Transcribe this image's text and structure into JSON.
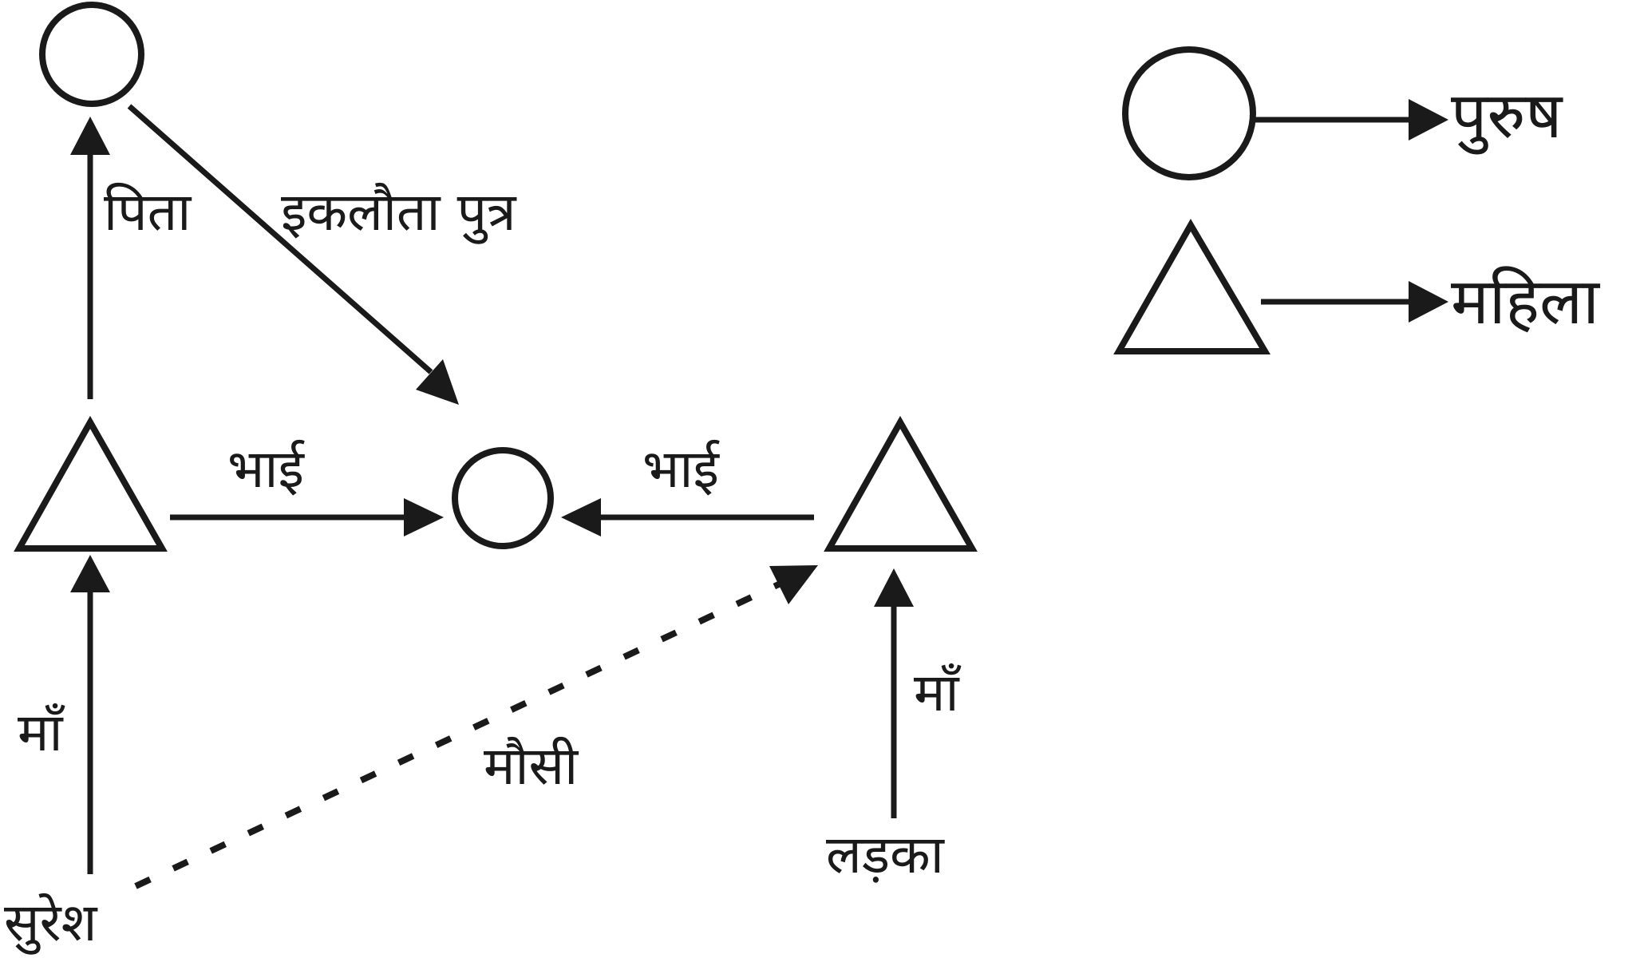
{
  "edges": {
    "father": "पिता",
    "only_son": "इकलौता पुत्र",
    "brother_left": "भाई",
    "brother_right": "भाई",
    "mother_left": "माँ",
    "mother_right": "माँ",
    "maternal_aunt": "मौसी"
  },
  "people": {
    "suresh": "सुरेश",
    "boy": "लड़का"
  },
  "legend": {
    "male": {
      "label": "पुरुष",
      "shape": "circle"
    },
    "female": {
      "label": "महिला",
      "shape": "triangle"
    }
  },
  "colors": {
    "ink": "#1a1a1a",
    "background": "#ffffff"
  }
}
